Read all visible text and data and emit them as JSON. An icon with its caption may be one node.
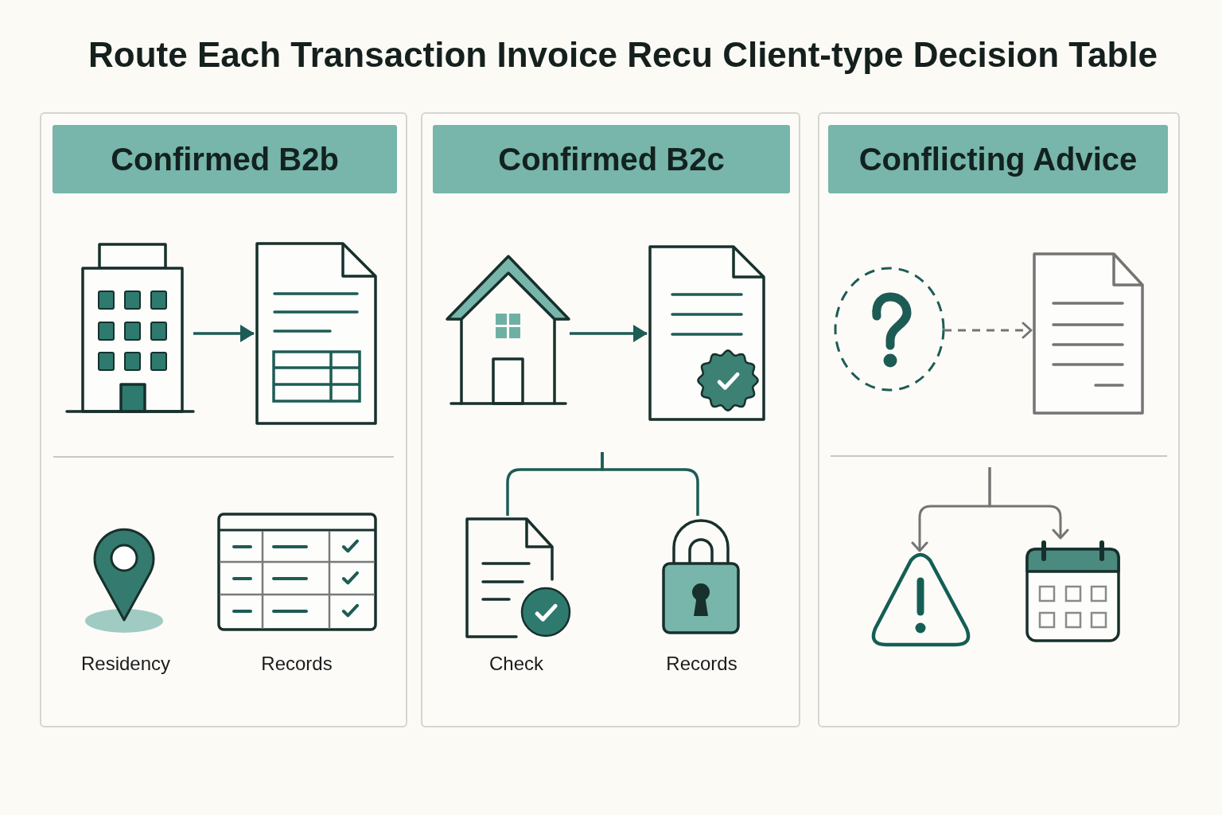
{
  "diagram": {
    "title": "Route Each Transaction Invoice Recu Client-type Decision Table",
    "nodes": [
      {
        "text": [
          "Confirmed B2b"
        ]
      },
      {
        "text": [],
        "shape": "picture",
        "in": 0
      },
      {
        "text": [],
        "shape": "picture",
        "in": 0
      },
      {
        "text": [],
        "shape": "picture",
        "in": 0,
        "beside": [
          "Residency"
        ]
      },
      {
        "text": [],
        "shape": "picture",
        "in": 0,
        "beside": [
          "Records"
        ]
      },
      {
        "text": [
          "Confirmed B2c"
        ]
      },
      {
        "text": [],
        "shape": "picture",
        "in": 5
      },
      {
        "text": [],
        "shape": "picture",
        "in": 5
      },
      {
        "text": [],
        "shape": "picture",
        "in": 5,
        "beside": [
          "Check"
        ]
      },
      {
        "text": [],
        "shape": "picture",
        "in": 5,
        "beside": [
          "Records"
        ]
      },
      {
        "text": [
          "Conflicting Advice"
        ]
      },
      {
        "text": [],
        "shape": "circle",
        "in": 10
      },
      {
        "text": [],
        "shape": "picture",
        "in": 10
      },
      {
        "text": [],
        "shape": "picture",
        "in": 10
      },
      {
        "text": [],
        "shape": "picture",
        "in": 10
      }
    ],
    "edges": [
      {
        "from": 1,
        "to": 2,
        "arrow": "to"
      },
      {
        "from": 6,
        "to": 7,
        "arrow": "to"
      },
      {
        "from": null,
        "to": 8,
        "arrow": "none"
      },
      {
        "from": null,
        "to": 9,
        "arrow": "none"
      },
      {
        "from": 11,
        "to": 12,
        "arrow": "to",
        "style": "dashed",
        "color": "#747474"
      },
      {
        "from": null,
        "to": 13,
        "arrow": "to",
        "color": "#747474"
      },
      {
        "from": null,
        "to": 14,
        "arrow": "to",
        "color": "#747474"
      }
    ]
  }
}
